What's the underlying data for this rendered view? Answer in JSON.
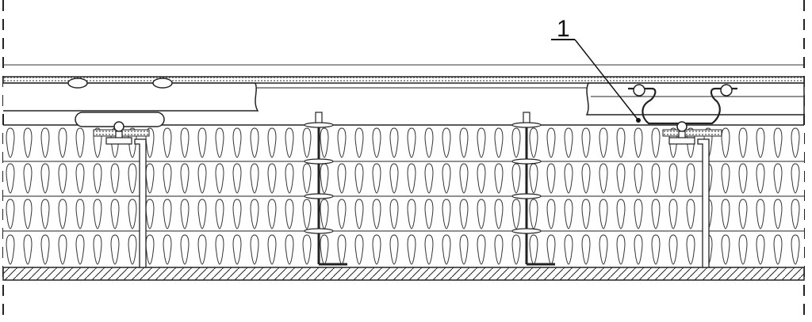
{
  "callouts": [
    {
      "label": "1",
      "target": "clip-bracket-right"
    }
  ],
  "colors": {
    "line": "#1a1a1a",
    "background": "#ffffff",
    "insulation_pattern": "#333333"
  },
  "structure": {
    "insulation_layers": 4,
    "vertical_fasteners": 2,
    "support_brackets": 2
  }
}
